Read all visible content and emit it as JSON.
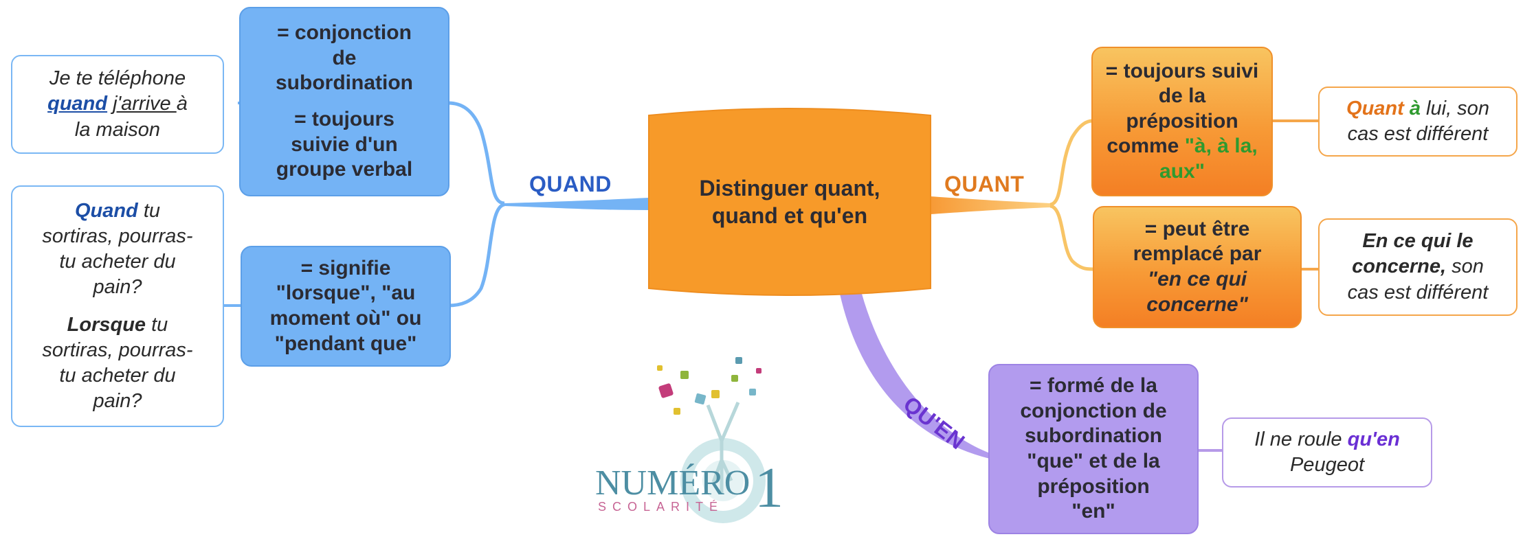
{
  "center": {
    "line1": "Distinguer quant,",
    "line2": "quand et qu'en"
  },
  "branches": {
    "quand": {
      "label": "QUAND",
      "color": "#2a5cc4"
    },
    "quant": {
      "label": "QUANT",
      "color": "#e07a1f"
    },
    "quen": {
      "label": "QU'EN",
      "color": "#6a34d0"
    }
  },
  "quand_nodes": {
    "n1": {
      "line1": "=  conjonction",
      "line2": "de",
      "line3": "subordination",
      "line4": "= toujours",
      "line5": "suivie d'un",
      "line6": "groupe verbal"
    },
    "n2": {
      "line1": "= signifie",
      "line2": "\"lorsque\", \"au",
      "line3": "moment où\" ou",
      "line4": "\"pendant que\""
    }
  },
  "quand_examples": {
    "e1": {
      "a": "Je te téléphone",
      "kw": "quand",
      "ul": "j'arrive ",
      "b": "à",
      "c": "la maison"
    },
    "e2": {
      "kw1": "Quand",
      "a1": " tu",
      "l2": "sortiras, pourras-",
      "l3": "tu acheter du",
      "l4": "pain?",
      "kw2": "Lorsque",
      "a2": " tu",
      "m2": "sortiras, pourras-",
      "m3": "tu acheter du",
      "m4": "pain?"
    }
  },
  "quant_nodes": {
    "n1": {
      "line1": "= toujours suivi",
      "line2": "de la",
      "line3": "préposition",
      "line4a": "comme ",
      "line4b": "\"à, à la,",
      "line5": "aux\""
    },
    "n2": {
      "line1": "= peut être",
      "line2": "remplacé par",
      "line3": "\"en ce qui",
      "line4": "concerne\""
    }
  },
  "quant_examples": {
    "e1": {
      "kw1": "Quant",
      "kw2": " à",
      "a": " lui, son",
      "b": "cas est différent"
    },
    "e2": {
      "b1": "En ce qui le",
      "b2": "concerne,",
      "a": " son",
      "c": "cas est différent"
    }
  },
  "quen_node": {
    "line1": "= formé de la",
    "line2": "conjonction de",
    "line3": "subordination",
    "line4": "\"que\" et de la",
    "line5": "préposition",
    "line6": "\"en\""
  },
  "quen_example": {
    "a": "Il ne roule ",
    "kw": "qu'en",
    "b": "Peugeot"
  },
  "logo": {
    "name": "NUMÉRO",
    "num": "1",
    "sub": "SCOLARITÉ"
  },
  "colors": {
    "blue": "#74b3f5",
    "orange": "#f79a36",
    "purple": "#b29bee"
  }
}
